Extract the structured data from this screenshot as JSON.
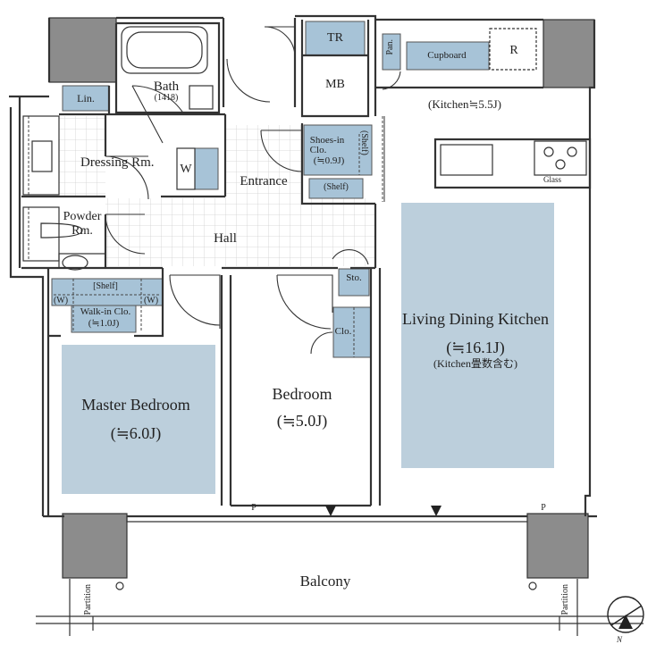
{
  "colors": {
    "room_blue": "#bccfdc",
    "storage_blue": "#a7c3d7",
    "column_gray": "#8c8c8c",
    "wall": "#333333",
    "tile_line": "#cfcfcf"
  },
  "rooms": {
    "bath": {
      "name": "Bath",
      "size": "(1418)"
    },
    "linen": "Lin.",
    "dressing": "Dressing Rm.",
    "dressing_w": "W",
    "powder": {
      "line1": "Powder",
      "line2": "Rm."
    },
    "entrance": "Entrance",
    "hall": "Hall",
    "tr": "TR",
    "mb": "MB",
    "shoes": {
      "line1": "Shoes-in",
      "line2": "Clo.",
      "line3": "(≒0.9J)",
      "shelf_v": "(Shelf)",
      "shelf_h": "(Shelf)"
    },
    "pantry": "Pan.",
    "cupboard": "Cupboard",
    "refrigerator": "R",
    "kitchen": "(Kitchen≒5.5J)",
    "glass": "Glass",
    "walkin": {
      "shelf": "[Shelf]",
      "w_left": "(W)",
      "w_right": "(W)",
      "line1": "Walk-in Clo.",
      "line2": "(≒1.0J)"
    },
    "storage": "Sto.",
    "closet": "Clo.",
    "master_bedroom": {
      "name": "Master Bedroom",
      "size": "(≒6.0J)"
    },
    "bedroom": {
      "name": "Bedroom",
      "size": "(≒5.0J)"
    },
    "ldk": {
      "name": "Living Dining Kitchen",
      "size": "(≒16.1J)",
      "note": "(Kitchen畳数含む)"
    },
    "balcony": "Balcony",
    "partition_left": "Partition",
    "partition_right": "Partition",
    "p_mark_1": "P",
    "p_mark_2": "P"
  },
  "compass": {
    "label": "N"
  }
}
